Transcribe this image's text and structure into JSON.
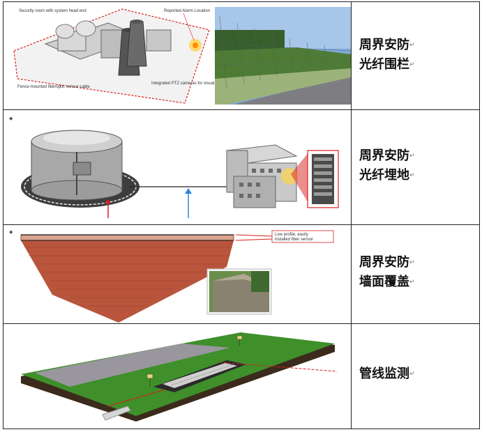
{
  "rows": [
    {
      "label_line1": "周界安防",
      "label_line2": "光纤围栏",
      "callouts": {
        "security_room": "Security room with system head end",
        "alarm_location": "Reported Alarm Location",
        "fence_cable": "Fence-mounted fiberoptic sensor cable",
        "ptz": "Integrated PTZ cameras for visual assessment (activated by FPRAMS)"
      }
    },
    {
      "label_line1": "周界安防",
      "label_line2": "光纤埋地"
    },
    {
      "label_line1": "周界安防",
      "label_line2": "墙面覆盖",
      "callout": "Low profile, easily installed fiber sensor"
    },
    {
      "label_line1": "管线监测"
    }
  ],
  "colors": {
    "grass": "#3f8f2a",
    "brick": "#b8553c",
    "sky": "#7fa8d8",
    "alarm_red": "#d81e1e"
  }
}
